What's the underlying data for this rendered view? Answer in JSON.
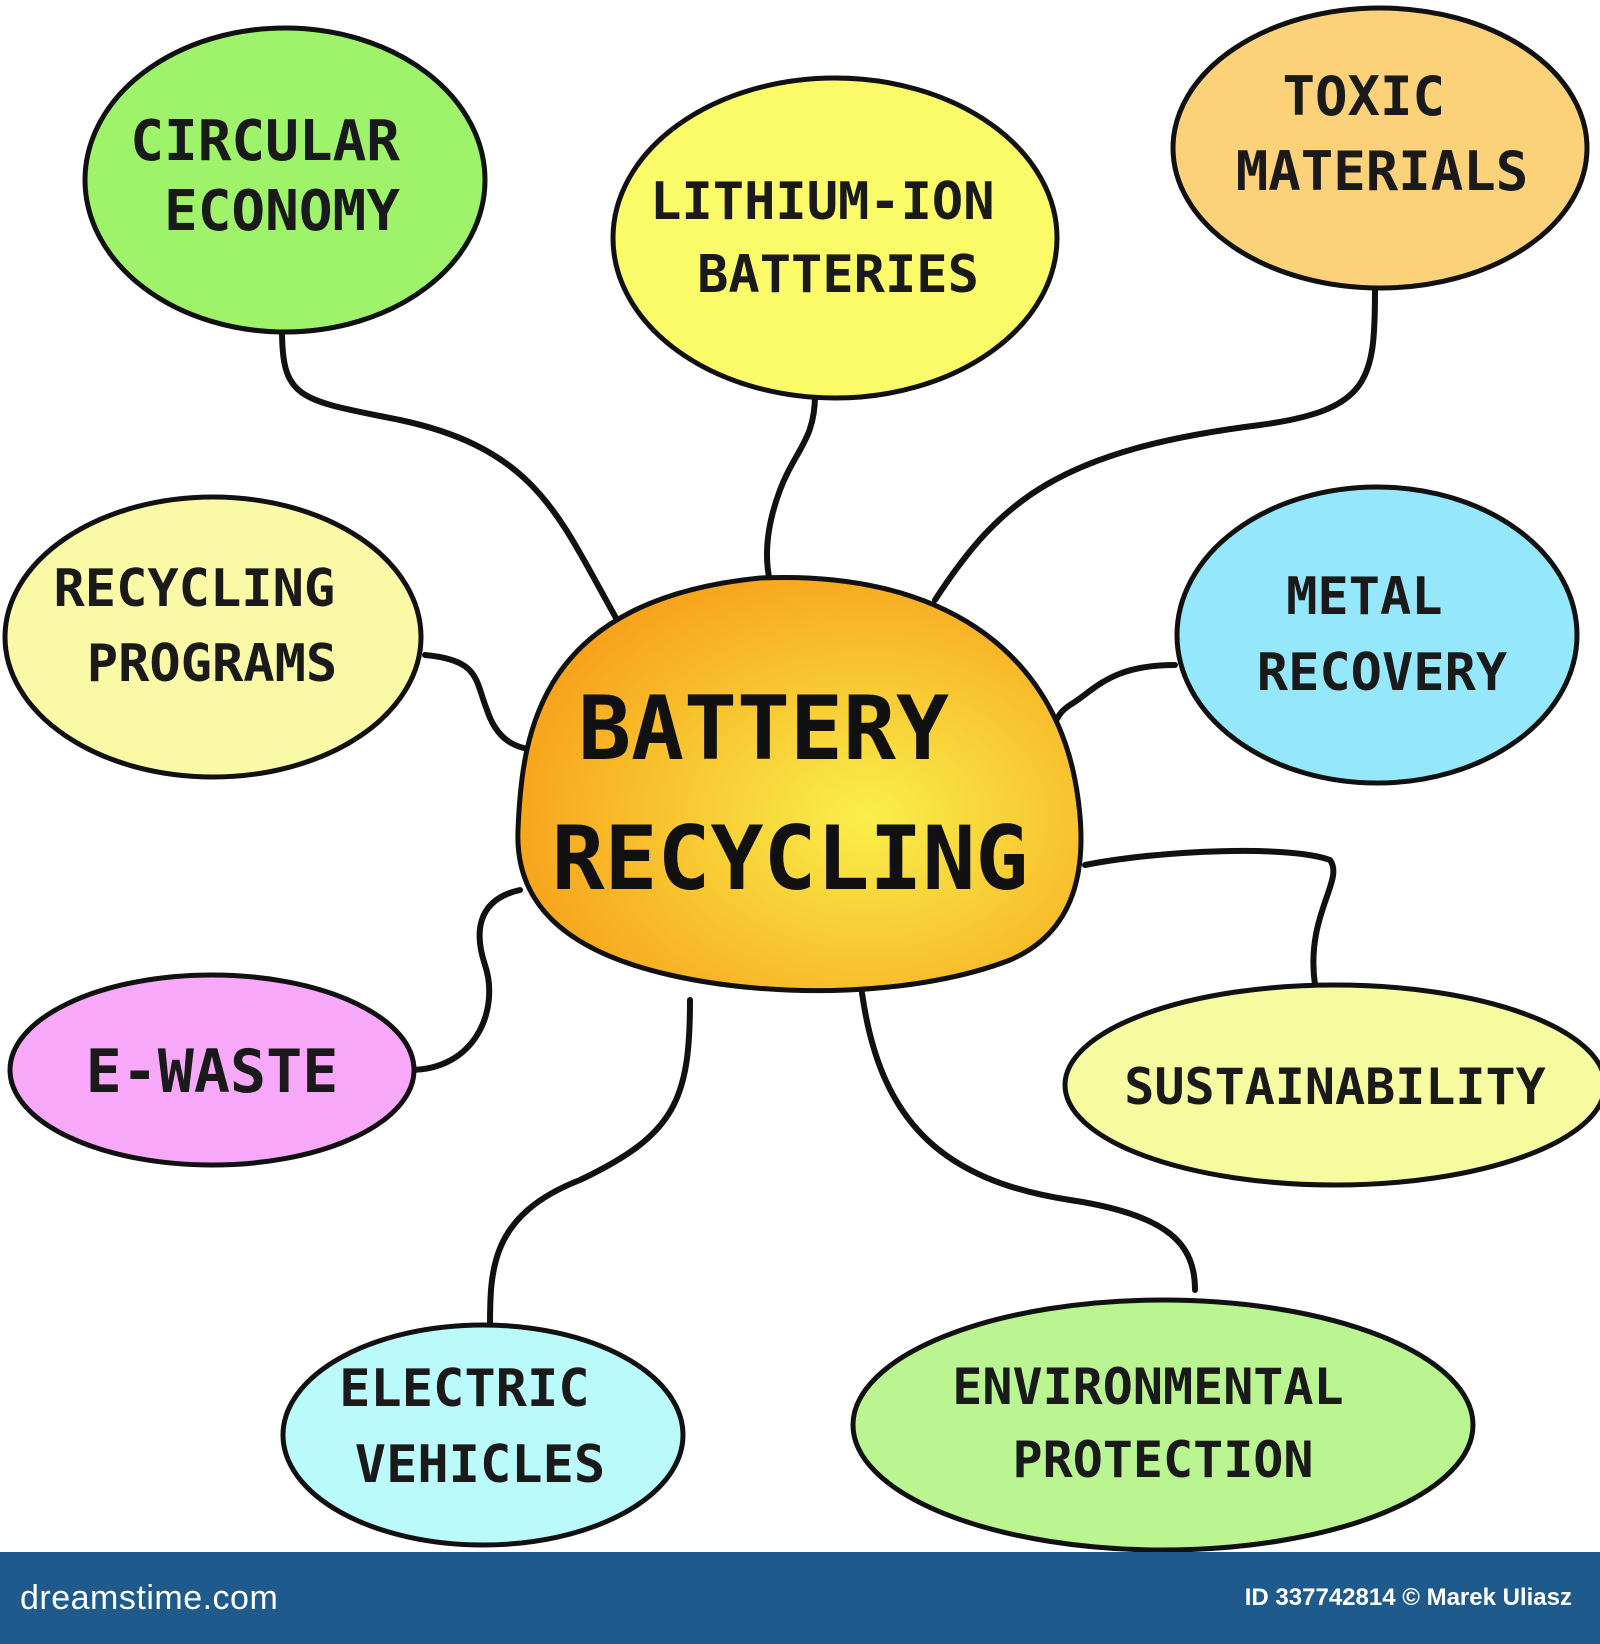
{
  "center": {
    "lines": [
      "BATTERY",
      "RECYCLING"
    ],
    "fill_outer": "#f7a21b",
    "fill_inner": "#f9ef4a"
  },
  "nodes": [
    {
      "id": "circular-economy",
      "lines": [
        "CIRCULAR",
        "ECONOMY"
      ],
      "color": "#9ef36a"
    },
    {
      "id": "lithium-ion-batteries",
      "lines": [
        "LITHIUM-ION",
        "BATTERIES"
      ],
      "color": "#fbfb6a"
    },
    {
      "id": "toxic-materials",
      "lines": [
        "TOXIC",
        "MATERIALS"
      ],
      "color": "#fbd27a"
    },
    {
      "id": "recycling-programs",
      "lines": [
        "RECYCLING",
        "PROGRAMS"
      ],
      "color": "#fafaa6"
    },
    {
      "id": "metal-recovery",
      "lines": [
        "METAL",
        "RECOVERY"
      ],
      "color": "#95e8fb"
    },
    {
      "id": "e-waste",
      "lines": [
        "E-WASTE"
      ],
      "color": "#f8a8f8"
    },
    {
      "id": "sustainability",
      "lines": [
        "SUSTAINABILITY"
      ],
      "color": "#f7fb9f"
    },
    {
      "id": "electric-vehicles",
      "lines": [
        "ELECTRIC",
        "VEHICLES"
      ],
      "color": "#bbfafb"
    },
    {
      "id": "environmental-protection",
      "lines": [
        "ENVIRONMENTAL",
        "PROTECTION"
      ],
      "color": "#baf591"
    }
  ],
  "footer": {
    "brand": "dreamstime.com",
    "credit": "ID 337742814 © Marek Uliasz",
    "background": "#1e5b8c"
  }
}
